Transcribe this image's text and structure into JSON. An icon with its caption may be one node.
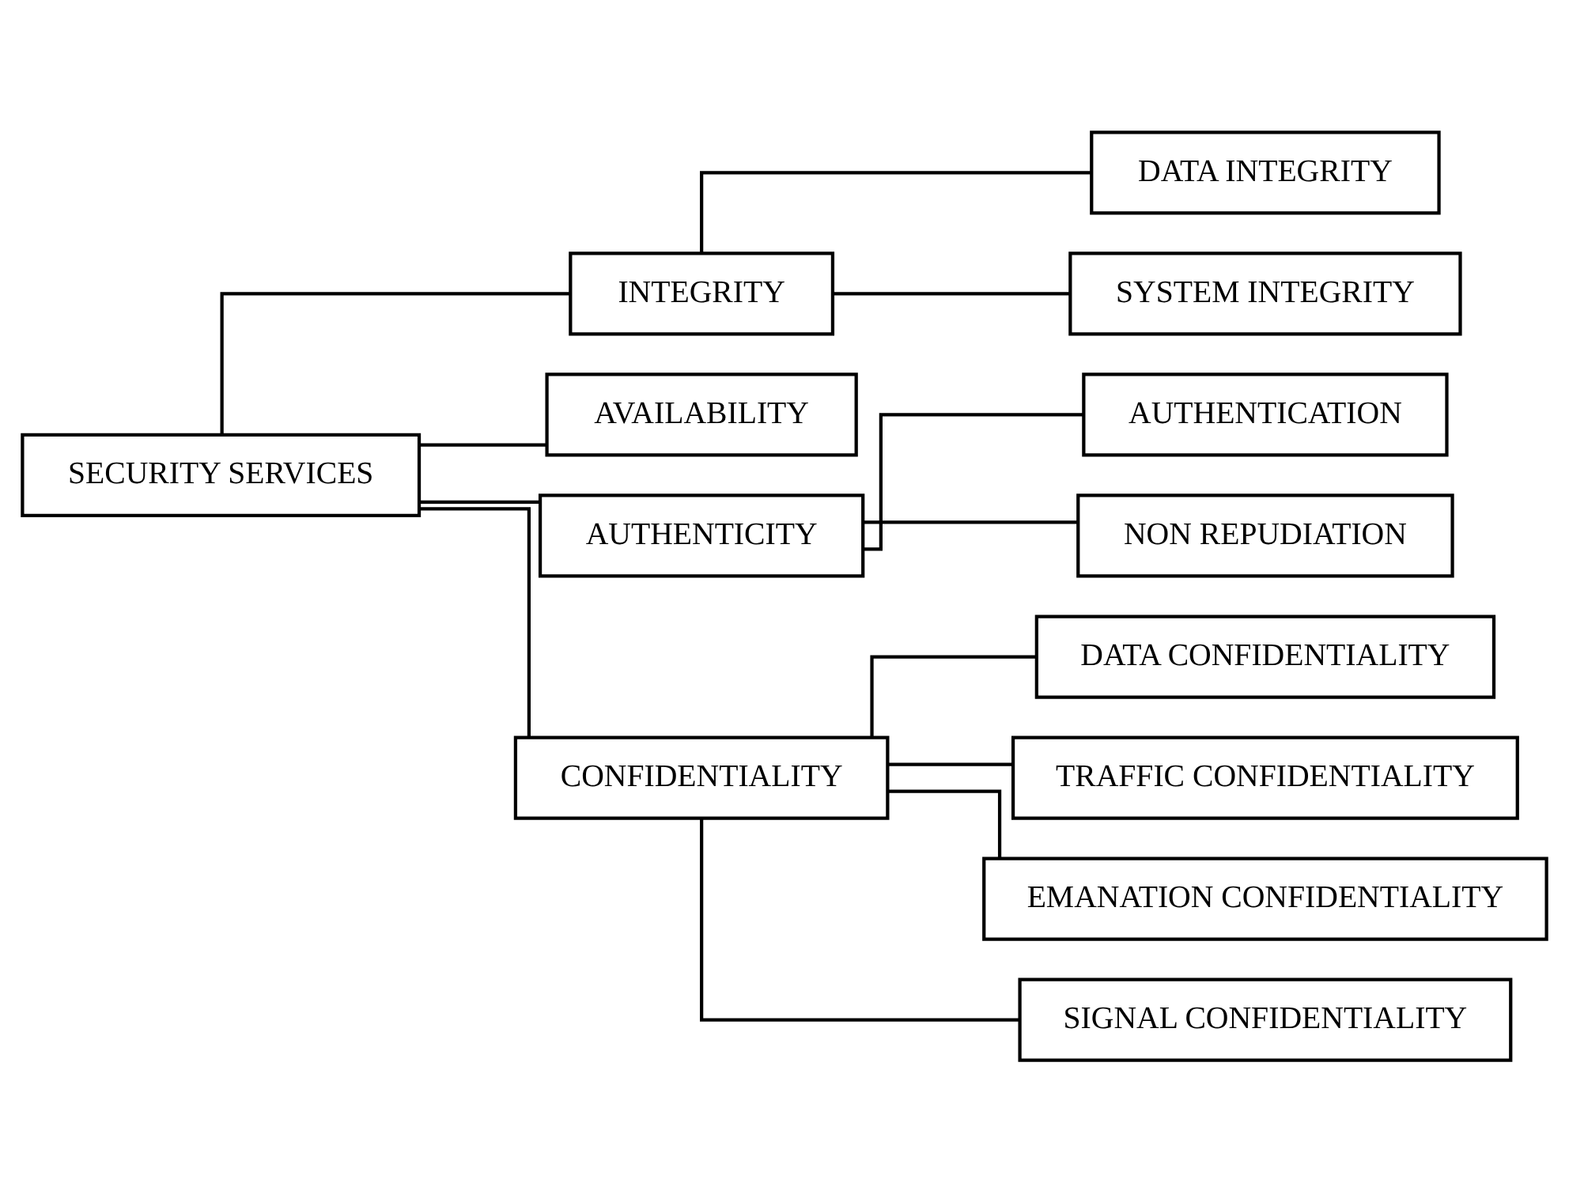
{
  "diagram": {
    "nodes": [
      {
        "text": [
          "SECURITY SERVICES"
        ]
      },
      {
        "text": [
          "INTEGRITY"
        ]
      },
      {
        "text": [
          "AVAILABILITY"
        ]
      },
      {
        "text": [
          "AUTHENTICITY"
        ]
      },
      {
        "text": [
          "CONFIDENTIALITY"
        ]
      },
      {
        "text": [
          "DATA INTEGRITY"
        ]
      },
      {
        "text": [
          "SYSTEM INTEGRITY"
        ]
      },
      {
        "text": [
          "AUTHENTICATION"
        ]
      },
      {
        "text": [
          "NON REPUDIATION"
        ]
      },
      {
        "text": [
          "DATA CONFIDENTIALITY"
        ]
      },
      {
        "text": [
          "TRAFFIC CONFIDENTIALITY"
        ]
      },
      {
        "text": [
          "EMANATION CONFIDENTIALITY"
        ]
      },
      {
        "text": [
          "SIGNAL CONFIDENTIALITY"
        ]
      }
    ],
    "edges": [
      {
        "from": 0,
        "to": 1,
        "arrow": "none"
      },
      {
        "from": 0,
        "to": 2,
        "arrow": "none"
      },
      {
        "from": 0,
        "to": 3,
        "arrow": "none"
      },
      {
        "from": 0,
        "to": 4,
        "arrow": "none"
      },
      {
        "from": 1,
        "to": 5,
        "arrow": "none"
      },
      {
        "from": 1,
        "to": 6,
        "arrow": "none"
      },
      {
        "from": 3,
        "to": 7,
        "arrow": "none"
      },
      {
        "from": 3,
        "to": 8,
        "arrow": "none"
      },
      {
        "from": 4,
        "to": 9,
        "arrow": "none"
      },
      {
        "from": 4,
        "to": 10,
        "arrow": "none"
      },
      {
        "from": 4,
        "to": 11,
        "arrow": "none"
      },
      {
        "from": 4,
        "to": 12,
        "arrow": "none"
      }
    ]
  }
}
